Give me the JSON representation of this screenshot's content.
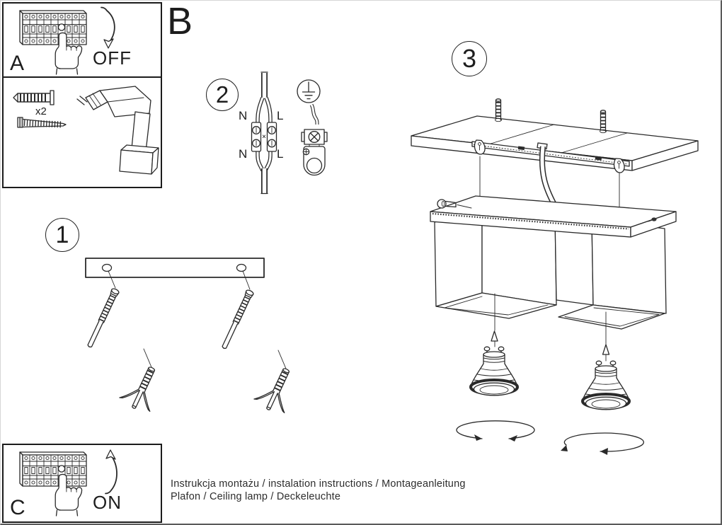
{
  "page": {
    "background": "#ffffff",
    "line_color": "#2a2a2a",
    "border_color": "#5a5a5a"
  },
  "sections": {
    "b_label": "B"
  },
  "steps": {
    "step1": "1",
    "step2": "2",
    "step3": "3"
  },
  "panels": {
    "a": {
      "label": "A",
      "state": "OFF"
    },
    "tools": {
      "quantity": "x2"
    },
    "c": {
      "label": "C",
      "state": "ON"
    }
  },
  "wiring": {
    "neutral_top": "N",
    "line_top": "L",
    "neutral_bottom": "N",
    "line_bottom": "L"
  },
  "footer": {
    "line1": "Instrukcja montażu / instalation instructions / Montageanleitung",
    "line2": "Plafon / Ceiling lamp / Deckeleuchte"
  },
  "icons": {
    "breaker": "circuit-breaker-strip",
    "hand": "hand-pressing-switch",
    "arrow_off": "curved-arrow-down",
    "arrow_on": "curved-arrow-up",
    "wall_plug": "expansion-wall-plug",
    "screw": "mounting-screw",
    "drill": "electric-drill",
    "earth": "earth-ground-symbol",
    "terminal_block": "two-pole-terminal-block",
    "ground_clamp": "ground-terminal-clamp",
    "ceiling_plate": "ceiling-canopy-plate",
    "lamp_base": "lamp-base-bar",
    "shade": "cube-lamp-shade",
    "bulb": "gu10-halogen-bulb",
    "rotate": "twist-lock-rotation-arrow"
  }
}
